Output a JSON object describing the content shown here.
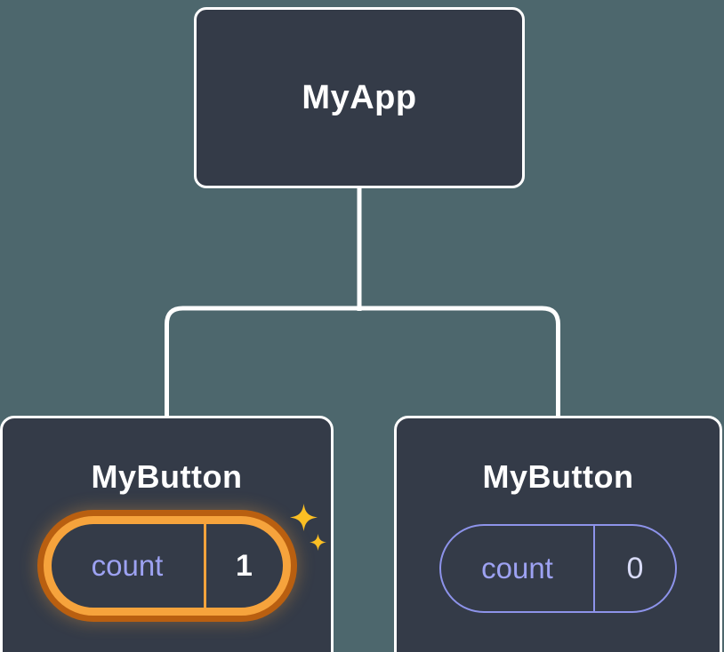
{
  "diagram": {
    "root": {
      "label": "MyApp"
    },
    "children": [
      {
        "label": "MyButton",
        "badge": {
          "key": "count",
          "value": "1"
        },
        "highlighted": true,
        "decoration": "sparkles"
      },
      {
        "label": "MyButton",
        "badge": {
          "key": "count",
          "value": "0"
        },
        "highlighted": false
      }
    ]
  },
  "icons": {
    "sparkle": "✦"
  },
  "colors": {
    "background": "#4d676d",
    "node_fill": "#343b48",
    "node_border": "#ffffff",
    "connector": "#ffffff",
    "highlight_ring_inner": "#f6a33c",
    "highlight_ring_outer": "#b95f10",
    "pill_border": "#8d93ea",
    "count_label": "#9da2f2",
    "value_highlight": "#ffffff",
    "value_normal": "#d8dbf7",
    "sparkle": "#fbbf24"
  }
}
